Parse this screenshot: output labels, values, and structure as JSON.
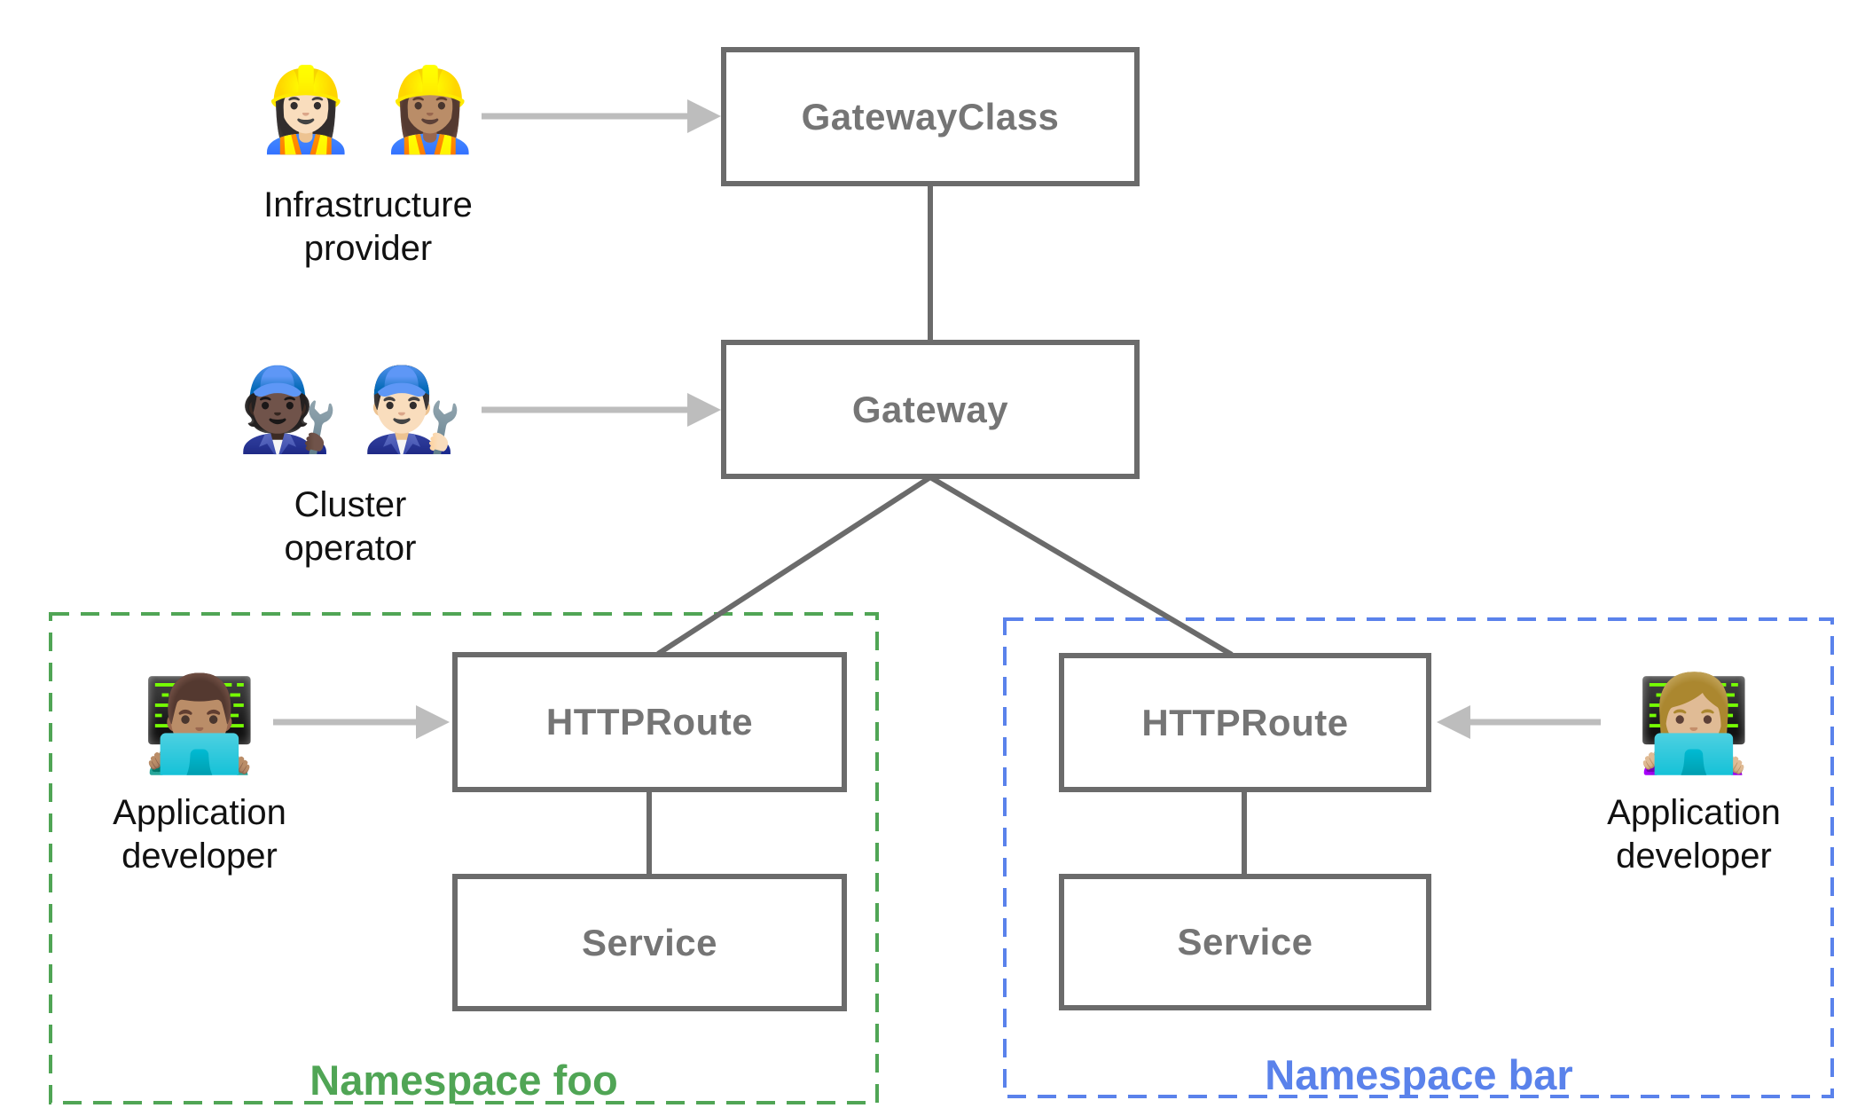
{
  "nodes": {
    "gateway_class": {
      "label": "GatewayClass"
    },
    "gateway": {
      "label": "Gateway"
    },
    "httproute_foo": {
      "label": "HTTPRoute"
    },
    "service_foo": {
      "label": "Service"
    },
    "httproute_bar": {
      "label": "HTTPRoute"
    },
    "service_bar": {
      "label": "Service"
    }
  },
  "namespaces": {
    "foo": {
      "label": "Namespace foo",
      "color": "#50a555"
    },
    "bar": {
      "label": "Namespace bar",
      "color": "#5a82eb"
    }
  },
  "personas": {
    "infrastructure_provider": {
      "emojis": "👷🏻‍♀️ 👷🏽‍♀️",
      "label": "Infrastructure\nprovider"
    },
    "cluster_operator": {
      "emojis": "🧑🏿‍🔧 👨🏻‍🔧",
      "label": "Cluster\noperator"
    },
    "application_developer_foo": {
      "emojis": "👨🏽‍💻",
      "label": "Application\ndeveloper"
    },
    "application_developer_bar": {
      "emojis": "👩🏼‍💻",
      "label": "Application\ndeveloper"
    }
  },
  "colors": {
    "node_border": "#6b6b6b",
    "node_label": "#757575",
    "connector": "#6b6b6b",
    "arrow": "#bdbdbd",
    "namespace_foo": "#50a555",
    "namespace_bar": "#5a82eb",
    "persona_label": "#111111",
    "background": "#ffffff"
  }
}
